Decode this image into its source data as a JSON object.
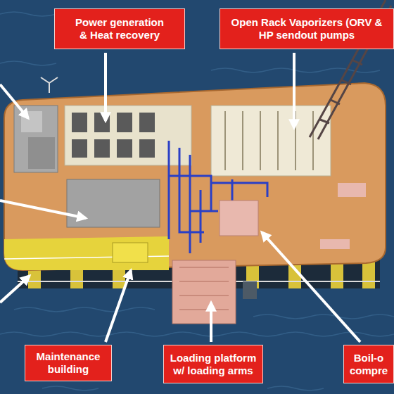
{
  "diagram": {
    "nodes": [
      {
        "text": [
          "Power generation & Heat recovery"
        ]
      },
      {
        "text": [
          "Open Rack Vaporizers (ORV & HP sendout pumps"
        ]
      },
      {
        "text": [
          "Maintenance building"
        ]
      },
      {
        "text": [
          "Loading platform w/ loading arms"
        ]
      },
      {
        "text": [
          "Boil-o compre"
        ]
      }
    ]
  }
}
